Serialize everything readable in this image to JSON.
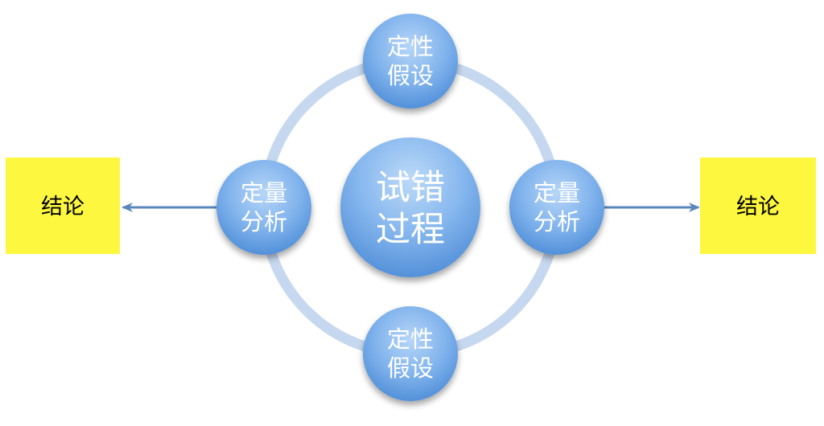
{
  "colors": {
    "ring": "#c6d8ef",
    "node_light": "#a9cdf5",
    "node_dark": "#4f8fd8",
    "arrow": "#5a86bd",
    "conclusion_fill": "#fdf740",
    "conclusion_text": "#000000",
    "node_text": "#ffffff"
  },
  "center": {
    "line1": "试错",
    "line2": "过程"
  },
  "nodes": {
    "top": {
      "line1": "定性",
      "line2": "假设"
    },
    "bottom": {
      "line1": "定性",
      "line2": "假设"
    },
    "left": {
      "line1": "定量",
      "line2": "分析"
    },
    "right": {
      "line1": "定量",
      "line2": "分析"
    }
  },
  "conclusions": {
    "left": "结论",
    "right": "结论"
  }
}
